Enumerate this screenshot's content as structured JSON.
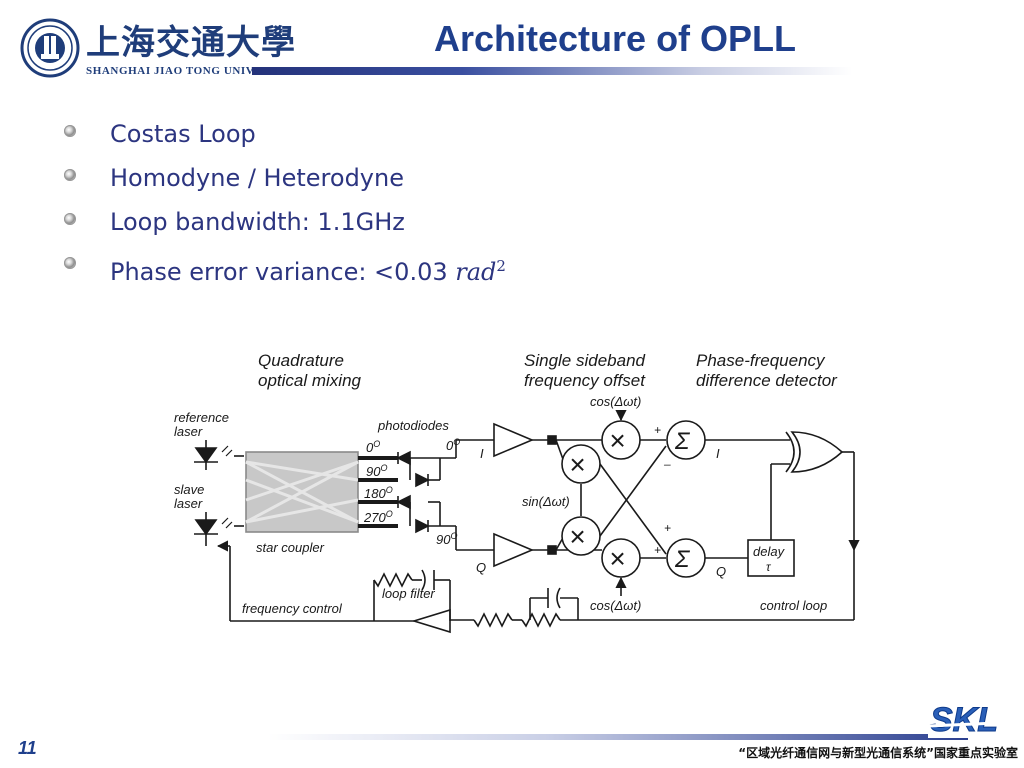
{
  "header": {
    "title": "Architecture of OPLL",
    "university_cn": "上海交通大學",
    "university_en": "SHANGHAI JIAO TONG UNIVERSITY"
  },
  "bullets": [
    {
      "text": "Costas Loop"
    },
    {
      "text": "Homodyne / Heterodyne"
    },
    {
      "text": "Loop bandwidth: 1.1GHz"
    },
    {
      "text": "Phase error variance: <0.03 ",
      "math_base": "rad",
      "math_exp": "2"
    }
  ],
  "diagram": {
    "heading_mixing": [
      "Quadrature",
      "optical mixing"
    ],
    "heading_ssb": [
      "Single sideband",
      "frequency offset"
    ],
    "heading_pfd": [
      "Phase-frequency",
      "difference detector"
    ],
    "reference_laser": [
      "reference",
      "laser"
    ],
    "slave_laser": [
      "slave",
      "laser"
    ],
    "photodiodes": "photodiodes",
    "star_coupler": "star coupler",
    "angles": [
      "0",
      "90",
      "180",
      "270"
    ],
    "deg": "O",
    "out_angle_top": "0",
    "out_angle_bottom": "90",
    "cos_label": "cos(Δωt)",
    "sin_label": "sin(Δωt)",
    "plus": "+",
    "minus": "–",
    "sigma": "Σ",
    "multiply": "×",
    "I": "I",
    "Q": "Q",
    "delay": "delay",
    "tau": "τ",
    "loop_filter": "loop filter",
    "frequency_control": "frequency control",
    "control_loop": "control loop"
  },
  "footer": {
    "page_number": "11",
    "lab_name": "“区域光纤通信网与新型光通信系统”国家重点实验室",
    "skl_logo": "SKL"
  },
  "colors": {
    "title": "#1f3f8c",
    "bullet_text": "#2c3580",
    "logo_blue": "#1f3d7a",
    "skl_blue": "#2a5fb8"
  }
}
